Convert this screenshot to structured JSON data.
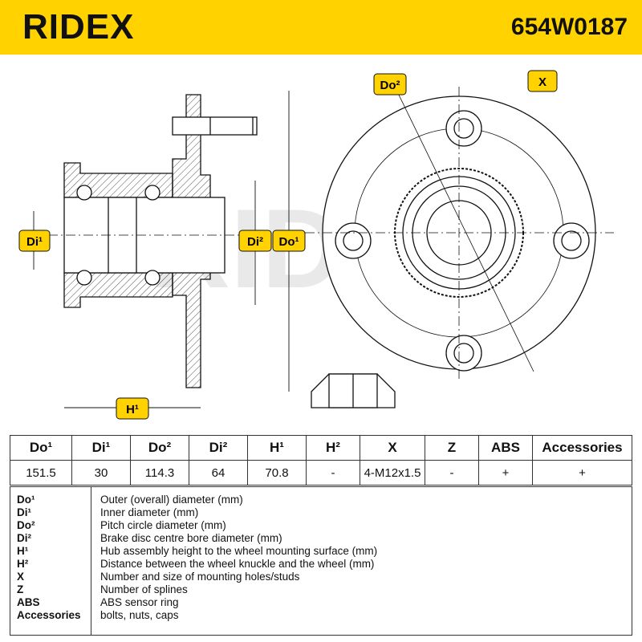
{
  "header": {
    "brand": "RIDEX",
    "part_number": "654W0187",
    "brand_color": "#FFD200"
  },
  "drawing": {
    "labels": {
      "di1": "Di¹",
      "di2": "Di²",
      "do1": "Do¹",
      "do2": "Do²",
      "h1": "H¹",
      "x": "X"
    },
    "watermark": "RIDEX"
  },
  "spec_table": {
    "headers": [
      "Do¹",
      "Di¹",
      "Do²",
      "Di²",
      "H¹",
      "H²",
      "X",
      "Z",
      "ABS",
      "Accessories"
    ],
    "values": [
      "151.5",
      "30",
      "114.3",
      "64",
      "70.8",
      "-",
      "4-M12x1.5",
      "-",
      "+",
      "+"
    ]
  },
  "legend": [
    {
      "key": "Do¹",
      "desc": "Outer (overall) diameter (mm)"
    },
    {
      "key": "Di¹",
      "desc": "Inner diameter (mm)"
    },
    {
      "key": "Do²",
      "desc": "Pitch circle diameter (mm)"
    },
    {
      "key": "Di²",
      "desc": "Brake disc centre bore diameter (mm)"
    },
    {
      "key": "H¹",
      "desc": "Hub assembly height to the wheel mounting surface (mm)"
    },
    {
      "key": "H²",
      "desc": "Distance between the wheel knuckle and the wheel (mm)"
    },
    {
      "key": "X",
      "desc": "Number and size of mounting holes/studs"
    },
    {
      "key": "Z",
      "desc": "Number of splines"
    },
    {
      "key": "ABS",
      "desc": "ABS sensor ring"
    },
    {
      "key": "Accessories",
      "desc": "bolts, nuts, caps"
    }
  ]
}
